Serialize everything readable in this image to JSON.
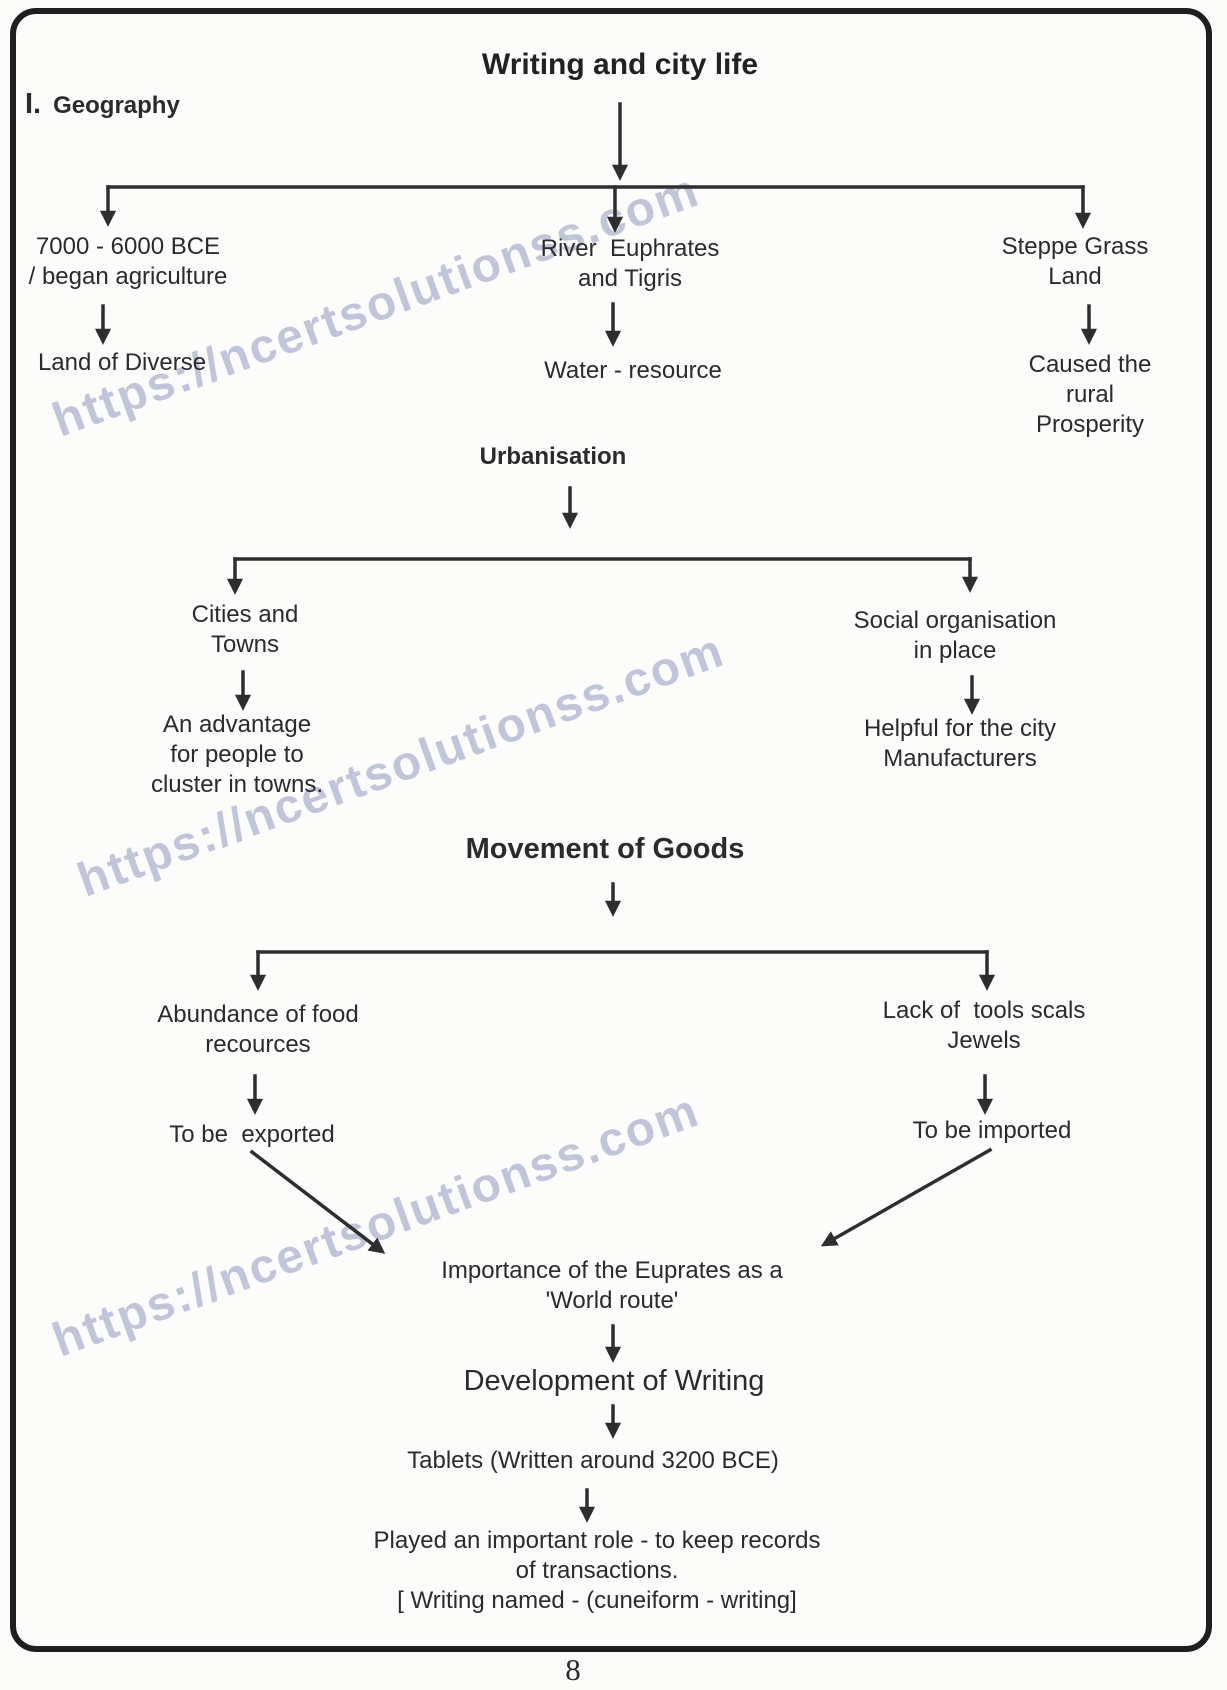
{
  "colors": {
    "text-color": "#2b2b2b",
    "line-color": "#2e2e2e",
    "border-color": "#1f1f1f",
    "watermark-color": "#a9b1d1",
    "bg-color": "#fcfcfb"
  },
  "header": {
    "title": "Writing and city life",
    "section_numeral": "I.",
    "section_label": "Geography"
  },
  "watermark": {
    "text": "https://ncertsolutionss.com"
  },
  "level1": {
    "left": {
      "label": "7000 - 6000 BCE\n/ began agriculture",
      "result": "Land of Diverse"
    },
    "middle": {
      "label": "River  Euphrates\nand Tigris",
      "result": "Water - resource"
    },
    "right": {
      "label": "Steppe Grass Land",
      "result": "Caused the rural\nProsperity"
    }
  },
  "urbanisation": {
    "heading": "Urbanisation",
    "left": {
      "label": "Cities and\nTowns",
      "result": "An advantage\nfor people to\ncluster in towns."
    },
    "right": {
      "label": "Social organisation\nin place",
      "result": "Helpful for the city\nManufacturers"
    }
  },
  "movement": {
    "heading": "Movement of Goods",
    "left": {
      "label": "Abundance of food\nrecources",
      "result": "To be  exported"
    },
    "right": {
      "label": "Lack of  tools scals\nJewels",
      "result": "To be imported"
    }
  },
  "conclusion": {
    "importance": "Importance of the Euprates as a\n'World route'",
    "development": "Development of Writing",
    "tablets": "Tablets (Written around 3200 BCE)",
    "records": "Played an important role - to keep records\nof transactions.\n[ Writing named - (cuneiform - writing]"
  },
  "footer": {
    "page_number": "8"
  }
}
